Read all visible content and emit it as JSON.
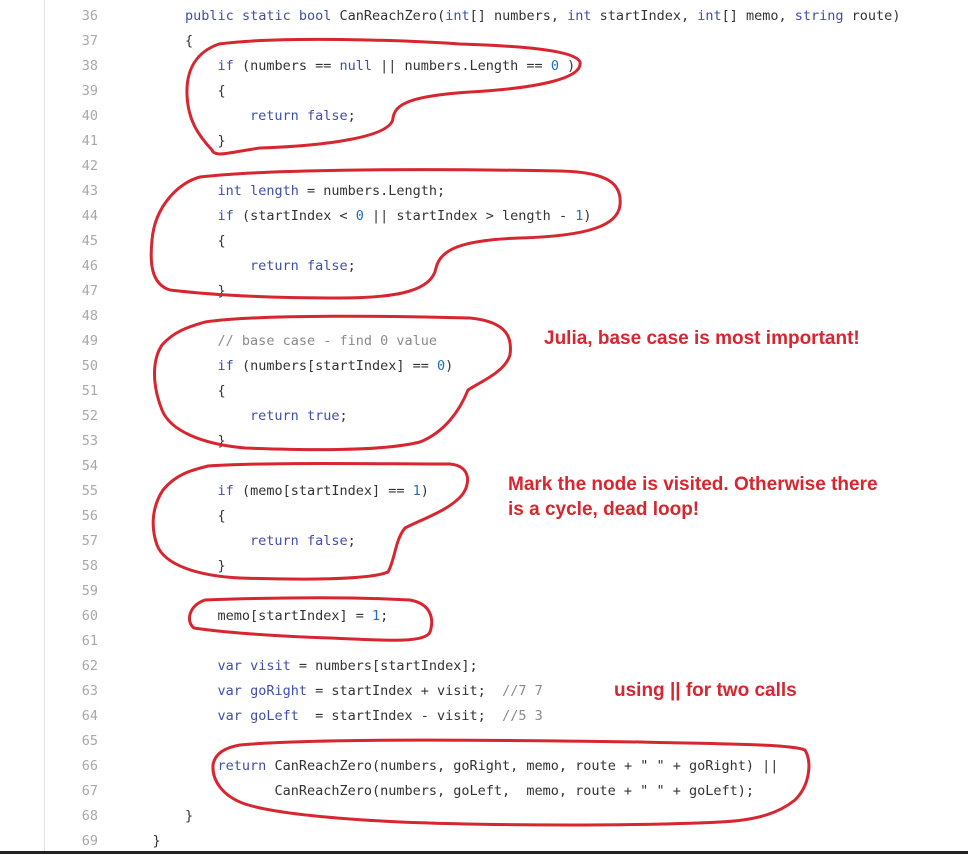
{
  "code": {
    "lines": [
      {
        "num": "36",
        "indent": "        ",
        "parts": [
          [
            "kw",
            "public"
          ],
          [
            "t",
            " "
          ],
          [
            "kw",
            "static"
          ],
          [
            "t",
            " "
          ],
          [
            "kw",
            "bool"
          ],
          [
            "t",
            " "
          ],
          [
            "fn",
            "CanReachZero"
          ],
          [
            "t",
            "("
          ],
          [
            "kw",
            "int"
          ],
          [
            "t",
            "[] numbers, "
          ],
          [
            "kw",
            "int"
          ],
          [
            "t",
            " startIndex, "
          ],
          [
            "kw",
            "int"
          ],
          [
            "t",
            "[] memo, "
          ],
          [
            "kw",
            "string"
          ],
          [
            "t",
            " route)"
          ]
        ]
      },
      {
        "num": "37",
        "indent": "        ",
        "parts": [
          [
            "t",
            "{"
          ]
        ]
      },
      {
        "num": "38",
        "indent": "            ",
        "parts": [
          [
            "kw",
            "if"
          ],
          [
            "t",
            " (numbers == "
          ],
          [
            "kw",
            "null"
          ],
          [
            "t",
            " || numbers.Length == "
          ],
          [
            "nm",
            "0"
          ],
          [
            "t",
            " )"
          ]
        ]
      },
      {
        "num": "39",
        "indent": "            ",
        "parts": [
          [
            "t",
            "{"
          ]
        ]
      },
      {
        "num": "40",
        "indent": "                ",
        "parts": [
          [
            "kw",
            "return"
          ],
          [
            "t",
            " "
          ],
          [
            "kw",
            "false"
          ],
          [
            "t",
            ";"
          ]
        ]
      },
      {
        "num": "41",
        "indent": "            ",
        "parts": [
          [
            "t",
            "}"
          ]
        ]
      },
      {
        "num": "42",
        "indent": "",
        "parts": []
      },
      {
        "num": "43",
        "indent": "            ",
        "parts": [
          [
            "kw",
            "int"
          ],
          [
            "t",
            " "
          ],
          [
            "kw",
            "length"
          ],
          [
            "t",
            " = numbers.Length;"
          ]
        ]
      },
      {
        "num": "44",
        "indent": "            ",
        "parts": [
          [
            "kw",
            "if"
          ],
          [
            "t",
            " (startIndex < "
          ],
          [
            "nm",
            "0"
          ],
          [
            "t",
            " || startIndex > length - "
          ],
          [
            "nm",
            "1"
          ],
          [
            "t",
            ")"
          ]
        ]
      },
      {
        "num": "45",
        "indent": "            ",
        "parts": [
          [
            "t",
            "{"
          ]
        ]
      },
      {
        "num": "46",
        "indent": "                ",
        "parts": [
          [
            "kw",
            "return"
          ],
          [
            "t",
            " "
          ],
          [
            "kw",
            "false"
          ],
          [
            "t",
            ";"
          ]
        ]
      },
      {
        "num": "47",
        "indent": "            ",
        "parts": [
          [
            "t",
            "}"
          ]
        ]
      },
      {
        "num": "48",
        "indent": "",
        "parts": []
      },
      {
        "num": "49",
        "indent": "            ",
        "parts": [
          [
            "cm",
            "// base case - find 0 value"
          ]
        ]
      },
      {
        "num": "50",
        "indent": "            ",
        "parts": [
          [
            "kw",
            "if"
          ],
          [
            "t",
            " (numbers[startIndex] == "
          ],
          [
            "nm",
            "0"
          ],
          [
            "t",
            ")"
          ]
        ]
      },
      {
        "num": "51",
        "indent": "            ",
        "parts": [
          [
            "t",
            "{"
          ]
        ]
      },
      {
        "num": "52",
        "indent": "                ",
        "parts": [
          [
            "kw",
            "return"
          ],
          [
            "t",
            " "
          ],
          [
            "kw",
            "true"
          ],
          [
            "t",
            ";"
          ]
        ]
      },
      {
        "num": "53",
        "indent": "            ",
        "parts": [
          [
            "t",
            "}"
          ]
        ]
      },
      {
        "num": "54",
        "indent": "",
        "parts": []
      },
      {
        "num": "55",
        "indent": "            ",
        "parts": [
          [
            "kw",
            "if"
          ],
          [
            "t",
            " (memo[startIndex] == "
          ],
          [
            "nm",
            "1"
          ],
          [
            "t",
            ")"
          ]
        ]
      },
      {
        "num": "56",
        "indent": "            ",
        "parts": [
          [
            "t",
            "{"
          ]
        ]
      },
      {
        "num": "57",
        "indent": "                ",
        "parts": [
          [
            "kw",
            "return"
          ],
          [
            "t",
            " "
          ],
          [
            "kw",
            "false"
          ],
          [
            "t",
            ";"
          ]
        ]
      },
      {
        "num": "58",
        "indent": "            ",
        "parts": [
          [
            "t",
            "}"
          ]
        ]
      },
      {
        "num": "59",
        "indent": "",
        "parts": []
      },
      {
        "num": "60",
        "indent": "            ",
        "parts": [
          [
            "t",
            "memo[startIndex] = "
          ],
          [
            "nm",
            "1"
          ],
          [
            "t",
            ";"
          ]
        ]
      },
      {
        "num": "61",
        "indent": "",
        "parts": []
      },
      {
        "num": "62",
        "indent": "            ",
        "parts": [
          [
            "kw",
            "var"
          ],
          [
            "t",
            " "
          ],
          [
            "kw",
            "visit"
          ],
          [
            "t",
            " = numbers[startIndex];"
          ]
        ]
      },
      {
        "num": "63",
        "indent": "            ",
        "parts": [
          [
            "kw",
            "var"
          ],
          [
            "t",
            " "
          ],
          [
            "kw",
            "goRight"
          ],
          [
            "t",
            " = startIndex + visit;  "
          ],
          [
            "cm",
            "//7 7"
          ]
        ]
      },
      {
        "num": "64",
        "indent": "            ",
        "parts": [
          [
            "kw",
            "var"
          ],
          [
            "t",
            " "
          ],
          [
            "kw",
            "goLeft"
          ],
          [
            "t",
            "  = startIndex - visit;  "
          ],
          [
            "cm",
            "//5 3"
          ]
        ]
      },
      {
        "num": "65",
        "indent": "",
        "parts": []
      },
      {
        "num": "66",
        "indent": "            ",
        "parts": [
          [
            "kw",
            "return"
          ],
          [
            "t",
            " CanReachZero(numbers, goRight, memo, route + \" \" + goRight) ||"
          ]
        ]
      },
      {
        "num": "67",
        "indent": "                   ",
        "parts": [
          [
            "t",
            "CanReachZero(numbers, goLeft,  memo, route + \" \" + goLeft);"
          ]
        ]
      },
      {
        "num": "68",
        "indent": "        ",
        "parts": [
          [
            "t",
            "}"
          ]
        ]
      },
      {
        "num": "69",
        "indent": "    ",
        "parts": [
          [
            "t",
            "}"
          ]
        ]
      }
    ]
  },
  "annotations": {
    "base_case": "Julia, base case is most important!",
    "visited_line1": "Mark the node is visited. Otherwise there",
    "visited_line2": "is a cycle, dead loop!",
    "two_calls": "using || for two calls"
  },
  "colors": {
    "ink": "#d7262f",
    "keyword": "#3f4fa8",
    "comment": "#8a8a8a",
    "number": "#1f6fb8",
    "line_number": "#a8a8a8"
  }
}
